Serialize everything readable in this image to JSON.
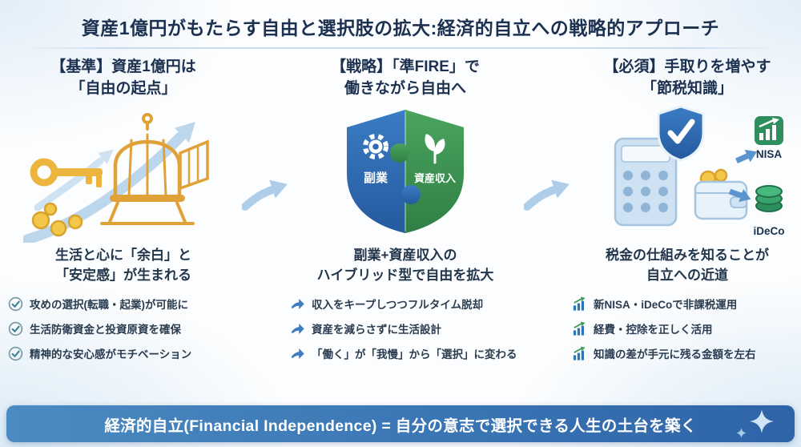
{
  "title": "資産1億円がもたらす自由と選択肢の拡大:経済的自立への戦略的アプローチ",
  "columns": [
    {
      "heading_line1": "【基準】資産1億円は",
      "heading_line2": "「自由の起点」",
      "subtitle_line1": "生活と心に「余白」と",
      "subtitle_line2": "「安定感」が生まれる",
      "items": [
        "攻めの選択(転職・起業)が可能に",
        "生活防衛資金と投資原資を確保",
        "精神的な安心感がモチベーション"
      ]
    },
    {
      "heading_line1": "【戦略】「準FIRE」で",
      "heading_line2": "働きながら自由へ",
      "shield_labels": {
        "left": "副業",
        "right": "資産収入"
      },
      "subtitle_line1": "副業+資産収入の",
      "subtitle_line2": "ハイブリッド型で自由を拡大",
      "items": [
        "収入をキープしつつフルタイム脱却",
        "資産を減らさずに生活設計",
        "「働く」が「我慢」から「選択」に変わる"
      ]
    },
    {
      "heading_line1": "【必須】手取りを増やす",
      "heading_line2": "「節税知識」",
      "badges": {
        "nisa": "NISA",
        "ideco": "iDeCo"
      },
      "subtitle_line1": "税金の仕組みを知ることが",
      "subtitle_line2": "自立への近道",
      "items": [
        "新NISA・iDeCoで非課税運用",
        "経費・控除を正しく活用",
        "知識の差が手元に残る金額を左右"
      ]
    }
  ],
  "footer": {
    "text": "経済的自立(Financial Independence) = 自分の意志で選択できる人生の土台を築く"
  },
  "colors": {
    "navy": "#1c3050",
    "accent_blue": "#2f6fb8",
    "accent_green": "#3f9e58",
    "gold": "#e8b23a",
    "flow_arrow": "#aecde8",
    "footer_gradient_start": "#4b8ac2",
    "footer_gradient_end": "#2e63a8"
  }
}
